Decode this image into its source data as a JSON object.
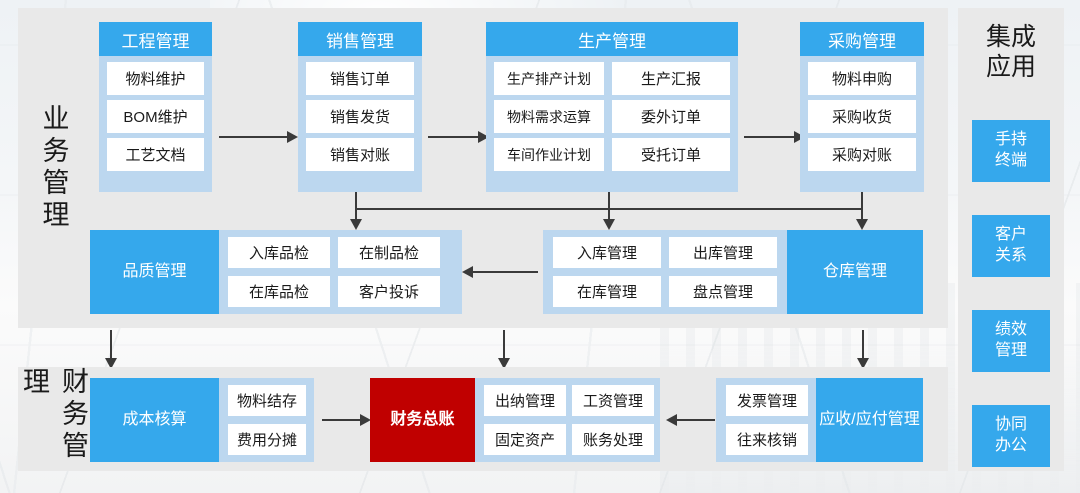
{
  "sections": {
    "business": {
      "label": "业务管理"
    },
    "finance": {
      "label": "财务管理"
    }
  },
  "rail": {
    "title_line1": "集成",
    "title_line2": "应用",
    "buttons": [
      {
        "line1": "手持",
        "line2": "终端"
      },
      {
        "line1": "客户",
        "line2": "关系"
      },
      {
        "line1": "绩效",
        "line2": "管理"
      },
      {
        "line1": "协同",
        "line2": "办公"
      }
    ]
  },
  "groups": {
    "engineering": {
      "header": "工程管理",
      "cells": [
        "物料维护",
        "BOM维护",
        "工艺文档"
      ]
    },
    "sales": {
      "header": "销售管理",
      "cells": [
        "销售订单",
        "销售发货",
        "销售对账"
      ]
    },
    "production": {
      "header": "生产管理",
      "cells_left": [
        "生产排产计划",
        "物料需求运算",
        "车间作业计划"
      ],
      "cells_right": [
        "生产汇报",
        "委外订单",
        "受托订单"
      ]
    },
    "purchasing": {
      "header": "采购管理",
      "cells": [
        "物料申购",
        "采购收货",
        "采购对账"
      ]
    },
    "quality": {
      "side": "品质管理",
      "cells": [
        "入库品检",
        "在制品检",
        "在库品检",
        "客户投诉"
      ]
    },
    "warehouse": {
      "side": "仓库管理",
      "cells": [
        "入库管理",
        "出库管理",
        "在库管理",
        "盘点管理"
      ]
    },
    "cost": {
      "side": "成本核算",
      "cells": [
        "物料结存",
        "费用分摊"
      ]
    },
    "ledger": {
      "side": "财务总账",
      "cells": [
        "出纳管理",
        "工资管理",
        "固定资产",
        "账务处理"
      ]
    },
    "receivable": {
      "side": "应收/应付管理",
      "cells": [
        "发票管理",
        "往来核销"
      ]
    }
  },
  "colors": {
    "accent_blue": "#35a8ec",
    "tray_blue": "#bcd7ef",
    "panel_grey": "#e9e9e9",
    "ledger_red": "#c00000",
    "cell_white": "#ffffff",
    "connector": "#3a3a3a"
  }
}
